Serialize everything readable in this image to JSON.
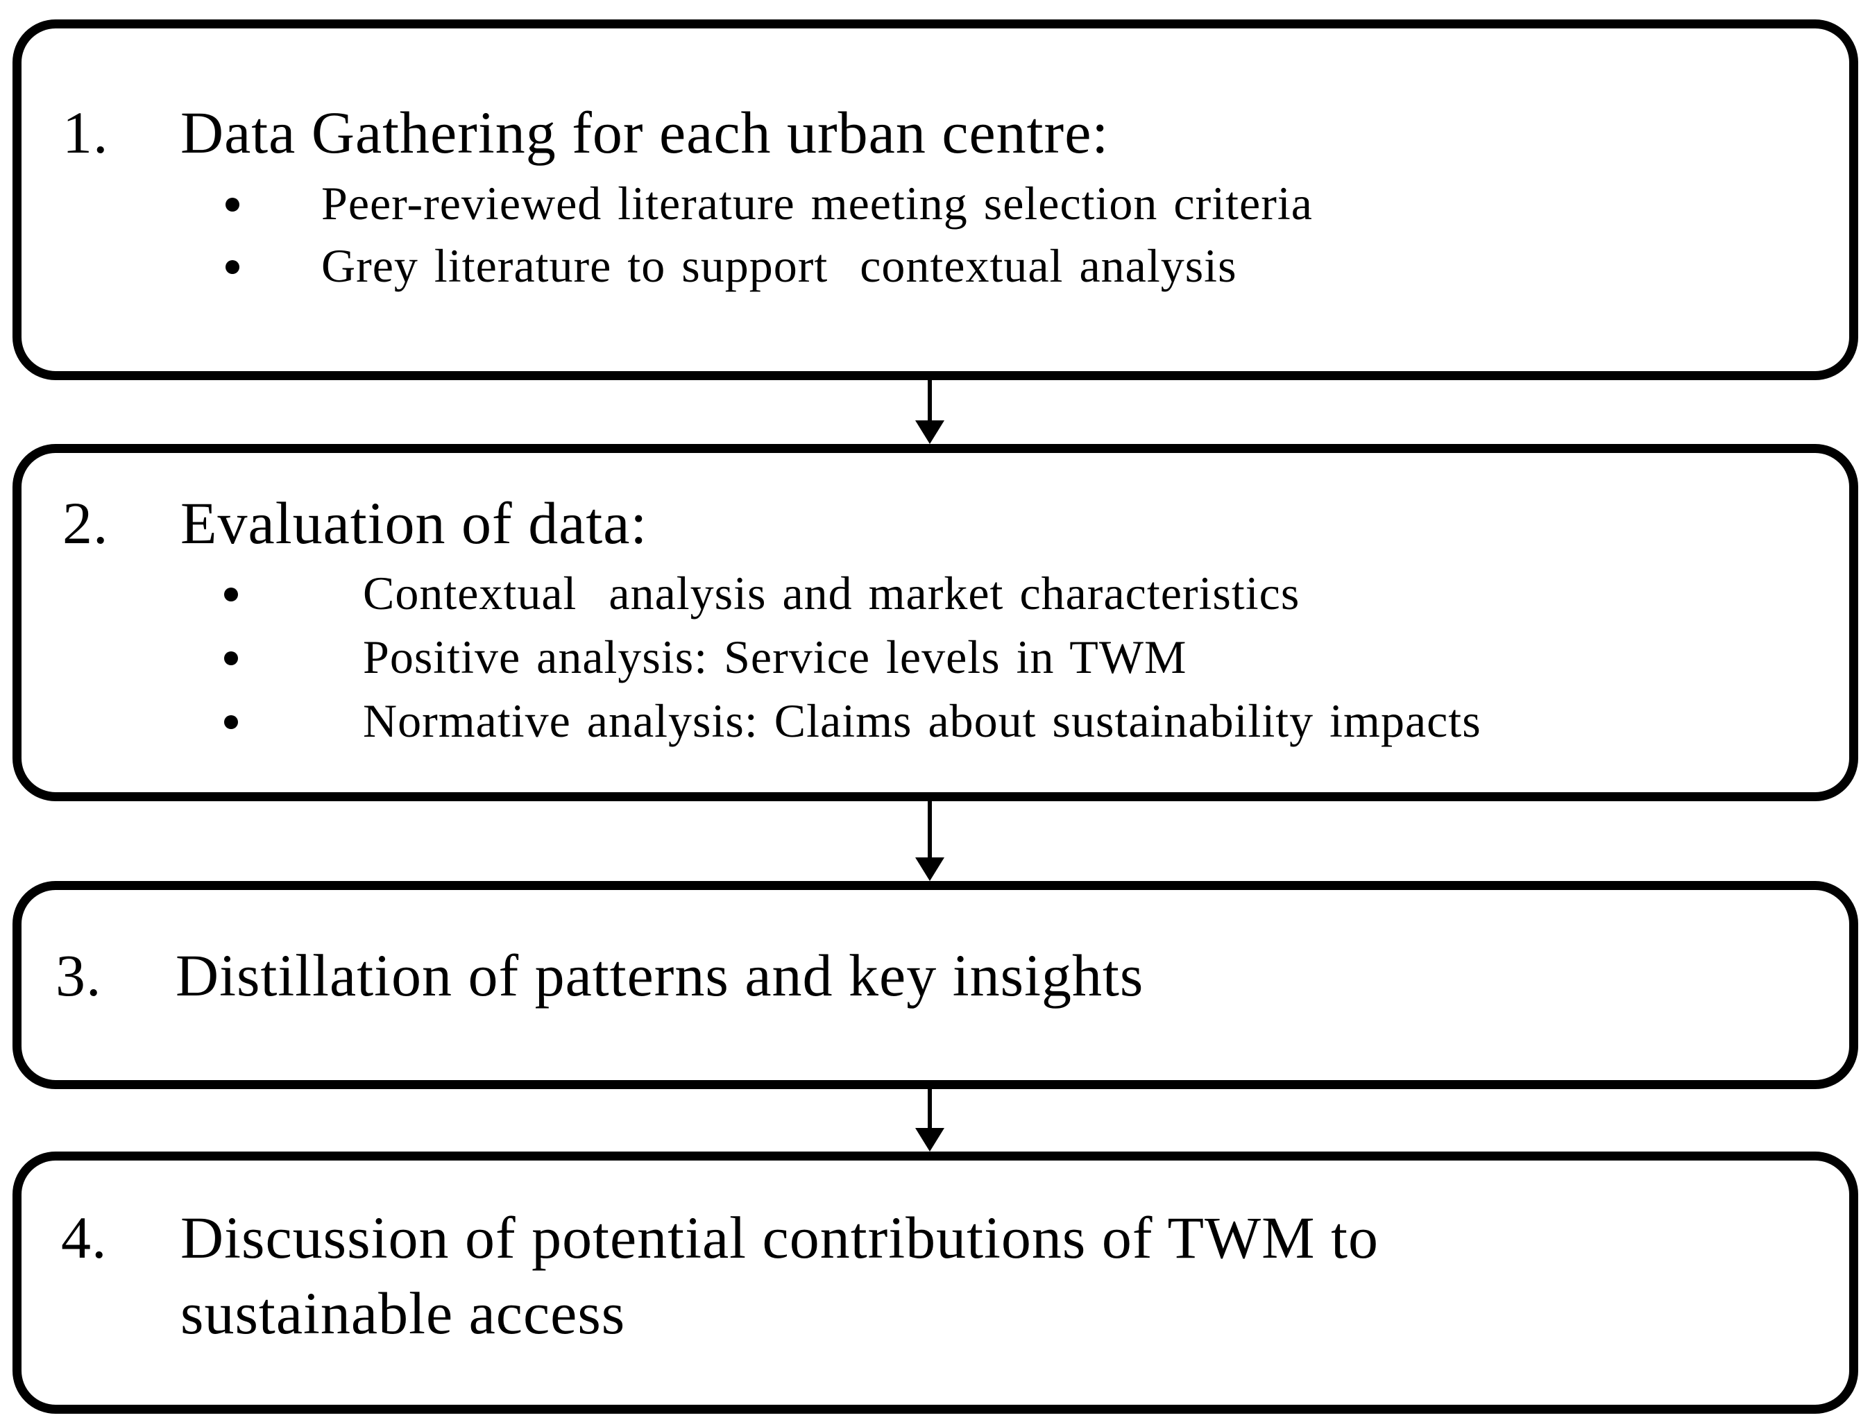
{
  "flow": {
    "colors": {
      "stroke": "#000000",
      "background": "#ffffff",
      "text": "#000000"
    },
    "steps": [
      {
        "number": "1.",
        "title": "Data Gathering for each urban centre:",
        "bullets": [
          "Peer-reviewed literature meeting selection criteria",
          "Grey literature to support  contextual analysis"
        ]
      },
      {
        "number": "2.",
        "title": "Evaluation of data:",
        "bullets": [
          "Contextual  analysis and market characteristics",
          "Positive analysis: Service levels in TWM",
          "Normative analysis: Claims about sustainability impacts"
        ]
      },
      {
        "number": "3.",
        "title": "Distillation of patterns and key insights",
        "bullets": []
      },
      {
        "number": "4.",
        "title_lines": [
          "Discussion of potential contributions of TWM to",
          "sustainable access"
        ],
        "bullets": []
      }
    ]
  }
}
